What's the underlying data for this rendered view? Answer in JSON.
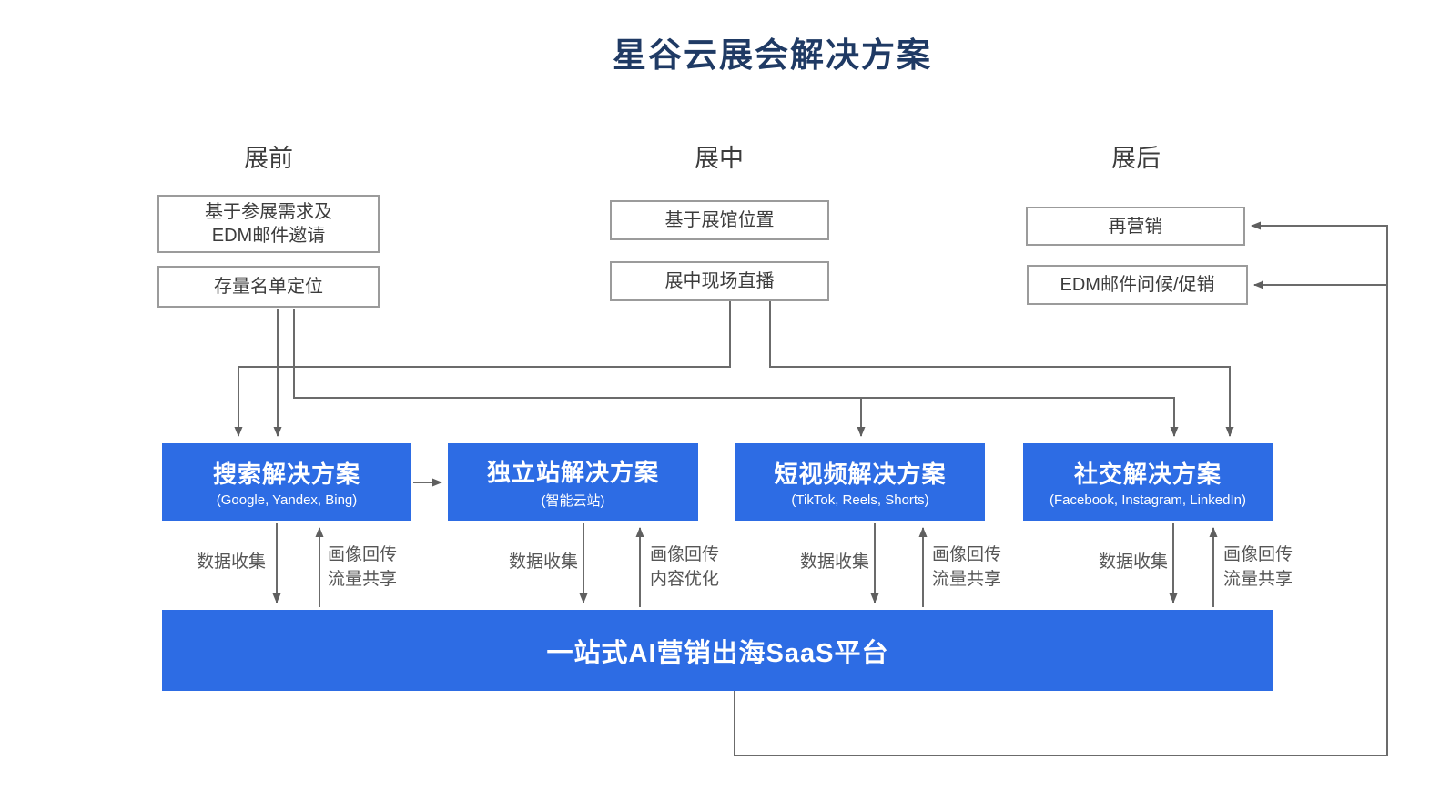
{
  "title": "星谷云展会解决方案",
  "colors": {
    "accent_blue": "#2d6ce4",
    "title_navy": "#1f3a64",
    "connector_gray": "#6b6b6b",
    "box_border_gray": "#9b9b9b",
    "box_text_gray": "#3c3c3c",
    "label_gray": "#565656"
  },
  "phases": [
    {
      "header": "展前",
      "boxes": [
        {
          "text": "基于参展需求及\nEDM邮件邀请"
        },
        {
          "text": "存量名单定位"
        }
      ]
    },
    {
      "header": "展中",
      "boxes": [
        {
          "text": "基于展馆位置"
        },
        {
          "text": "展中现场直播"
        }
      ]
    },
    {
      "header": "展后",
      "boxes": [
        {
          "text": "再营销"
        },
        {
          "text": "EDM邮件问候/促销"
        }
      ]
    }
  ],
  "solutions": [
    {
      "name": "搜索解决方案",
      "subtitle": "(Google, Yandex, Bing)"
    },
    {
      "name": "独立站解决方案",
      "subtitle": "(智能云站)"
    },
    {
      "name": "短视频解决方案",
      "subtitle": "(TikTok, Reels, Shorts)"
    },
    {
      "name": "社交解决方案",
      "subtitle": "(Facebook, Instagram, LinkedIn)"
    }
  ],
  "platform": {
    "label": "一站式AI营销出海SaaS平台"
  },
  "flows": [
    {
      "down": "数据收集",
      "up": "画像回传\n流量共享"
    },
    {
      "down": "数据收集",
      "up": "画像回传\n内容优化"
    },
    {
      "down": "数据收集",
      "up": "画像回传\n流量共享"
    },
    {
      "down": "数据收集",
      "up": "画像回传\n流量共享"
    }
  ]
}
